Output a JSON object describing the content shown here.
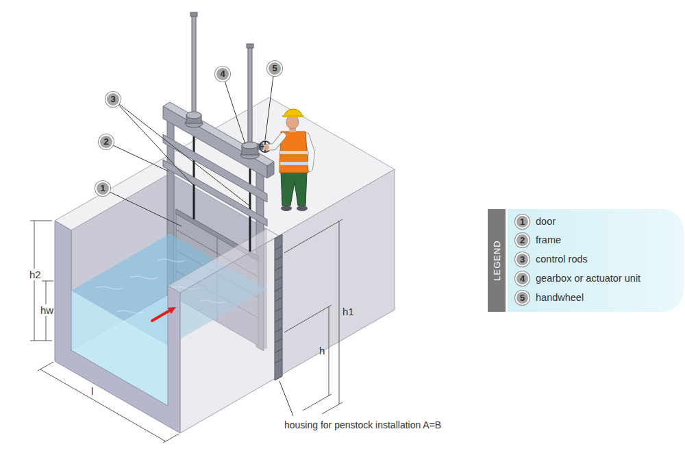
{
  "diagram": {
    "nodes": [
      {
        "text": [
          "1"
        ]
      },
      {
        "text": [
          "2"
        ]
      },
      {
        "text": [
          "3"
        ]
      },
      {
        "text": [
          "4"
        ]
      },
      {
        "text": [
          "5"
        ]
      }
    ],
    "labels": [
      "h2",
      "hw",
      "l",
      "h1",
      "h",
      "housing for penstock installation A=B",
      "LEGEND",
      "1",
      "2",
      "3",
      "4",
      "5"
    ],
    "legend": [
      {
        "text": "door"
      },
      {
        "text": "frame"
      },
      {
        "text": "control rods"
      },
      {
        "text": "gearbox or actuator unit"
      },
      {
        "text": "handwheel"
      }
    ]
  }
}
